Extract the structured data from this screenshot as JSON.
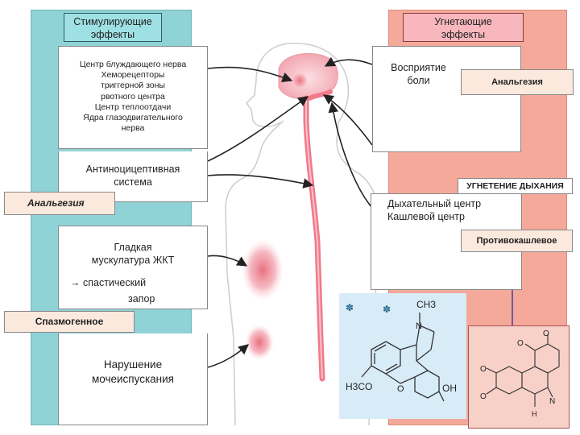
{
  "left_column": {
    "header": "Стимулирующие\nэффекты",
    "centers_text": "Центр блуждающего нерва\nХеморецепторы\nтриггерной зоны\nрвотного центра\nЦентр теплоотдачи\nЯдра глазодвигательного\nнерва",
    "antinociceptive_text": "Антиноцицептивная\nсистема",
    "analgesia_label": "Анальгезия",
    "gi_text_1": "Гладкая\nмускулатура ЖКТ",
    "gi_text_2": "→ спастический",
    "gi_text_3": "запор",
    "spasmogenic_label": "Спазмогенное",
    "urination_text": "Нарушение\nмочеиспускания"
  },
  "right_column": {
    "header": "Угнетающие\nэффекты",
    "pain_text": "Восприятие\nболи",
    "analgesia_label": "Анальгезия",
    "respiratory_depression_label": "УГНЕТЕНИЕ ДЫХАНИЯ",
    "respiratory_text": "Дыхательный центр\nКашлевой центр",
    "antitussive_label": "Противокашлевое"
  },
  "morphine_structure": {
    "label_ch3": "CH3",
    "label_n": "N",
    "label_h3co": "H3CO",
    "label_oh": "OH",
    "label_o": "O"
  },
  "other_structure": {
    "label_o": "O",
    "label_n": "N",
    "label_h": "H"
  },
  "colors": {
    "left_panel": "#8fd3d6",
    "right_panel": "#f4a99a",
    "label_bg": "#fbe9de",
    "spinal_cord": "#f07a8a",
    "arrow": "#222222"
  }
}
